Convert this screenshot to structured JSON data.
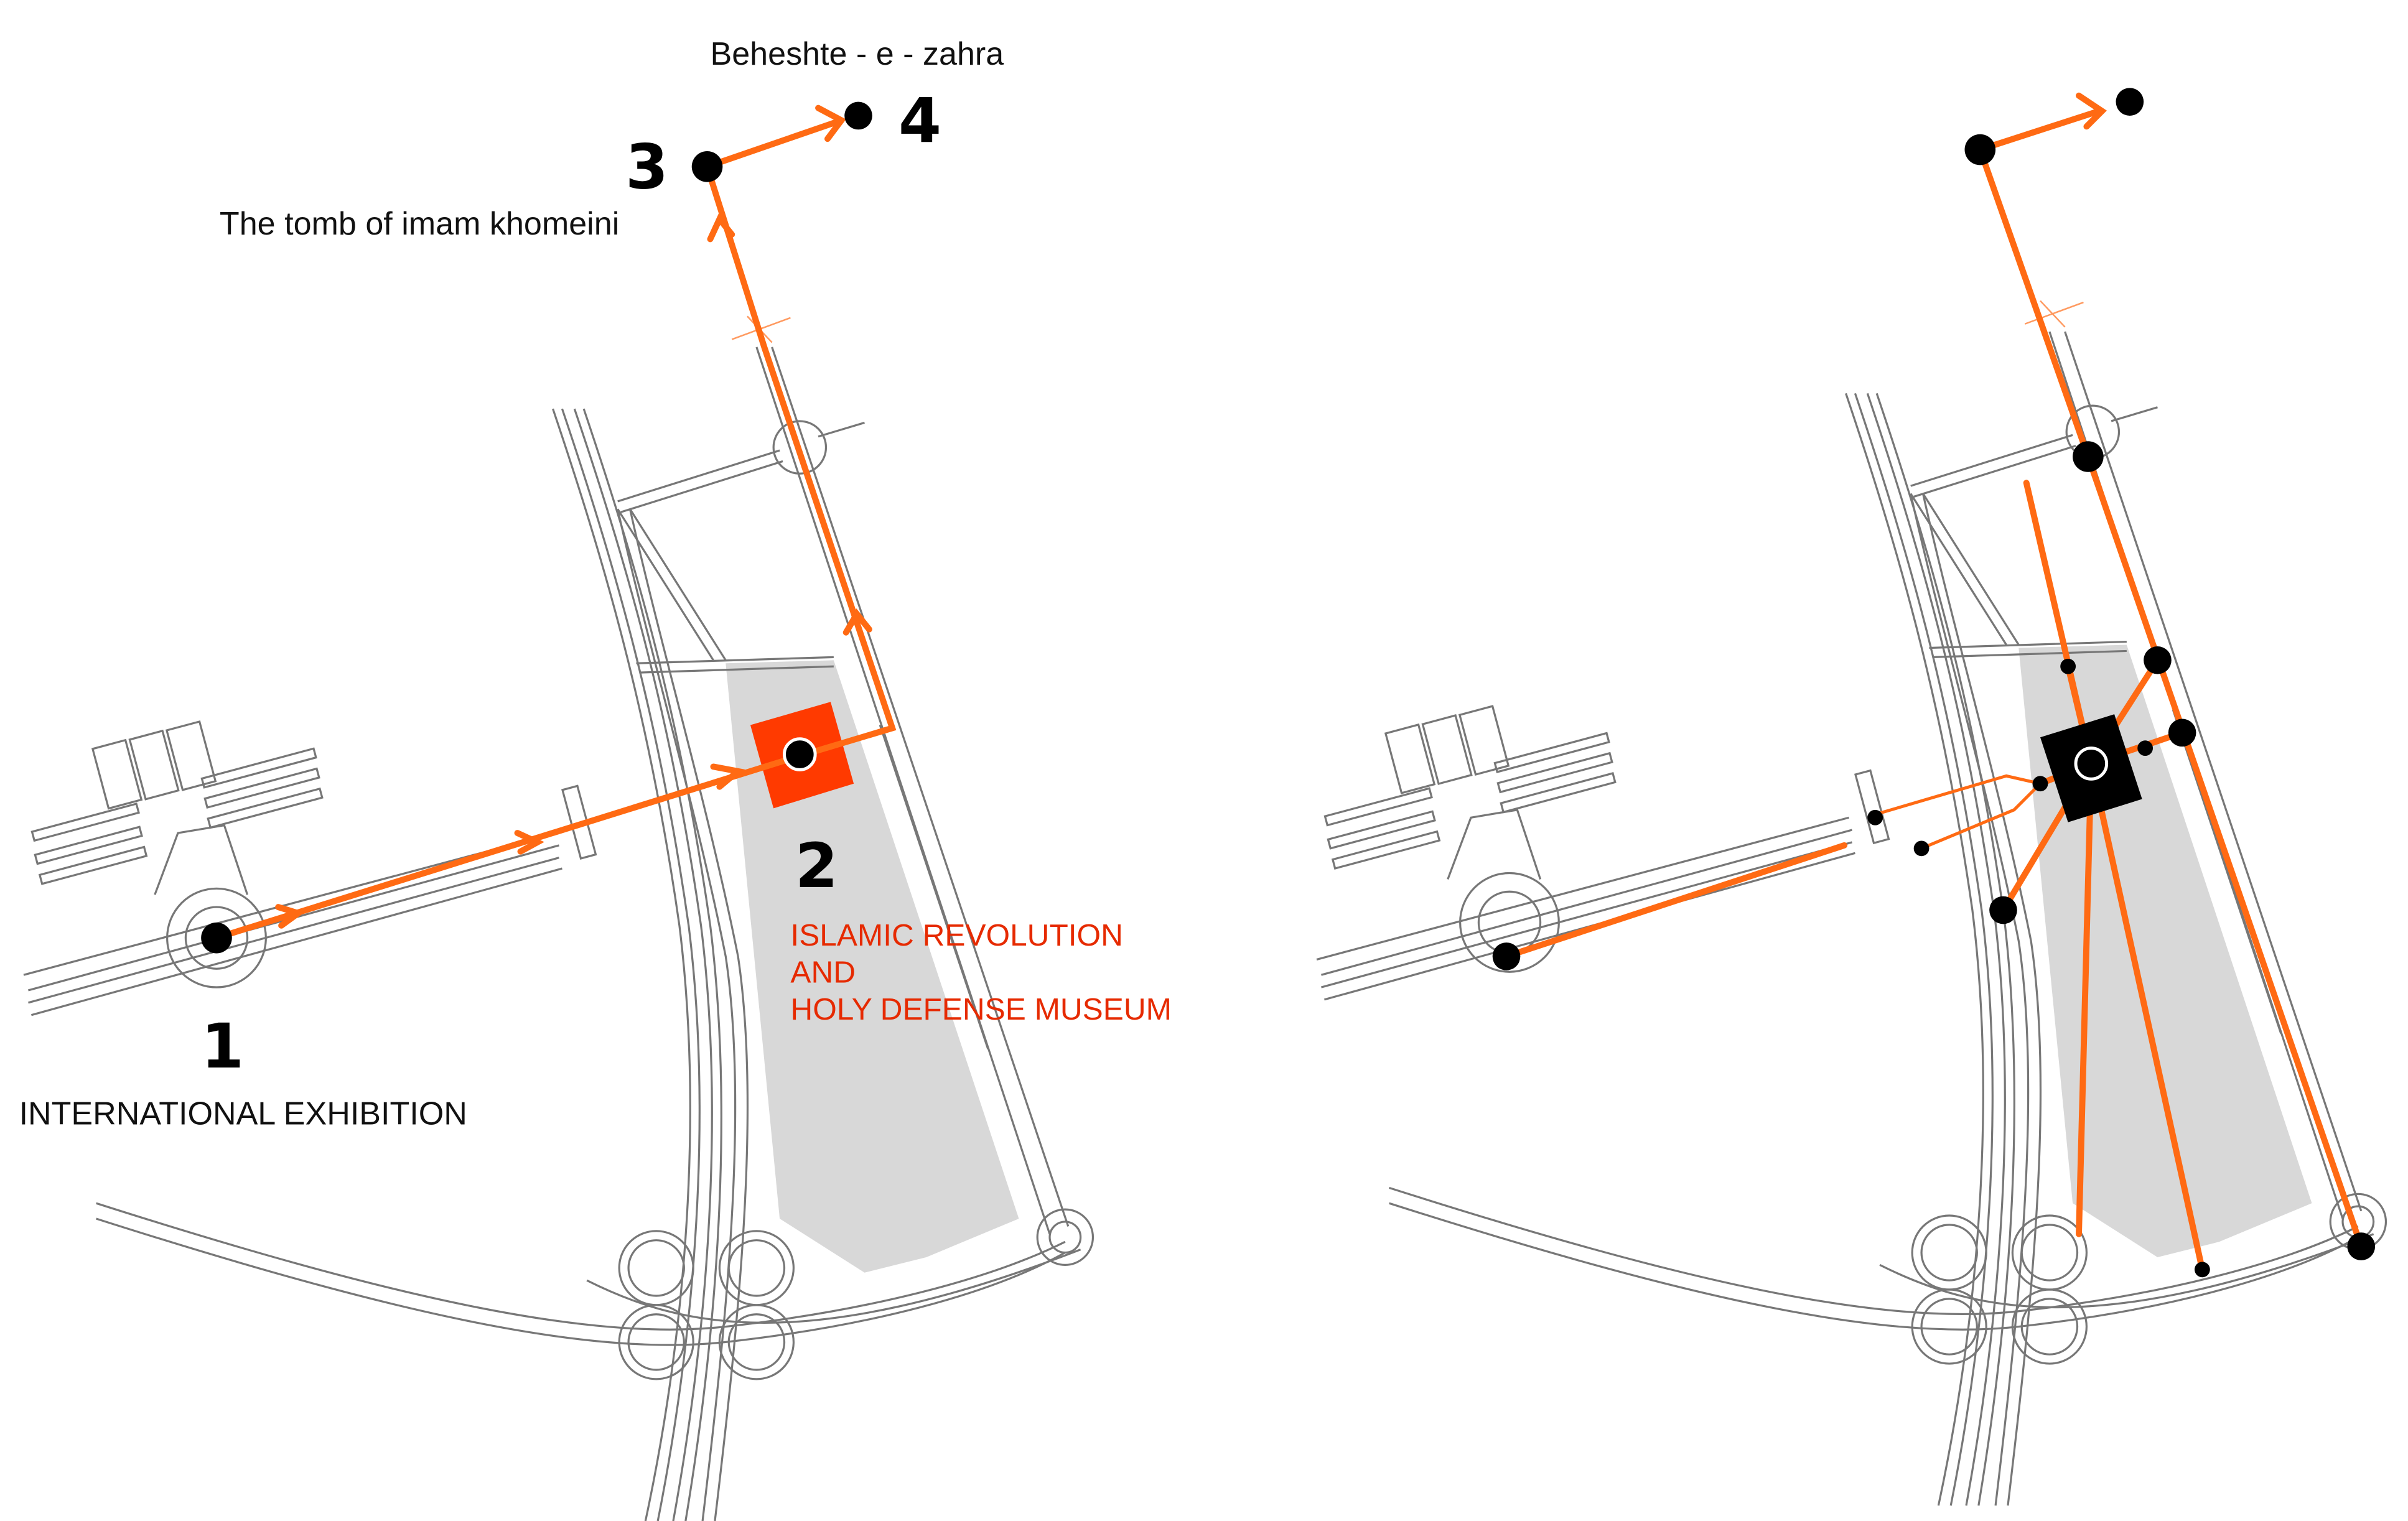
{
  "colors": {
    "route": "#ff6a13",
    "museum": "#ff3a00",
    "site_area": "#d8d8d8",
    "label_red": "#e62a00"
  },
  "left_panel": {
    "destinations": [
      {
        "number": "1",
        "name": "INTERNATIONAL EXHIBITION"
      },
      {
        "number": "2",
        "name_lines": [
          "ISLAMIC REVOLUTION",
          "AND",
          "HOLY DEFENSE MUSEUM"
        ]
      },
      {
        "number": "3",
        "name": "The tomb of imam khomeini"
      },
      {
        "number": "4",
        "name": "Beheshte - e - zahra"
      }
    ]
  }
}
